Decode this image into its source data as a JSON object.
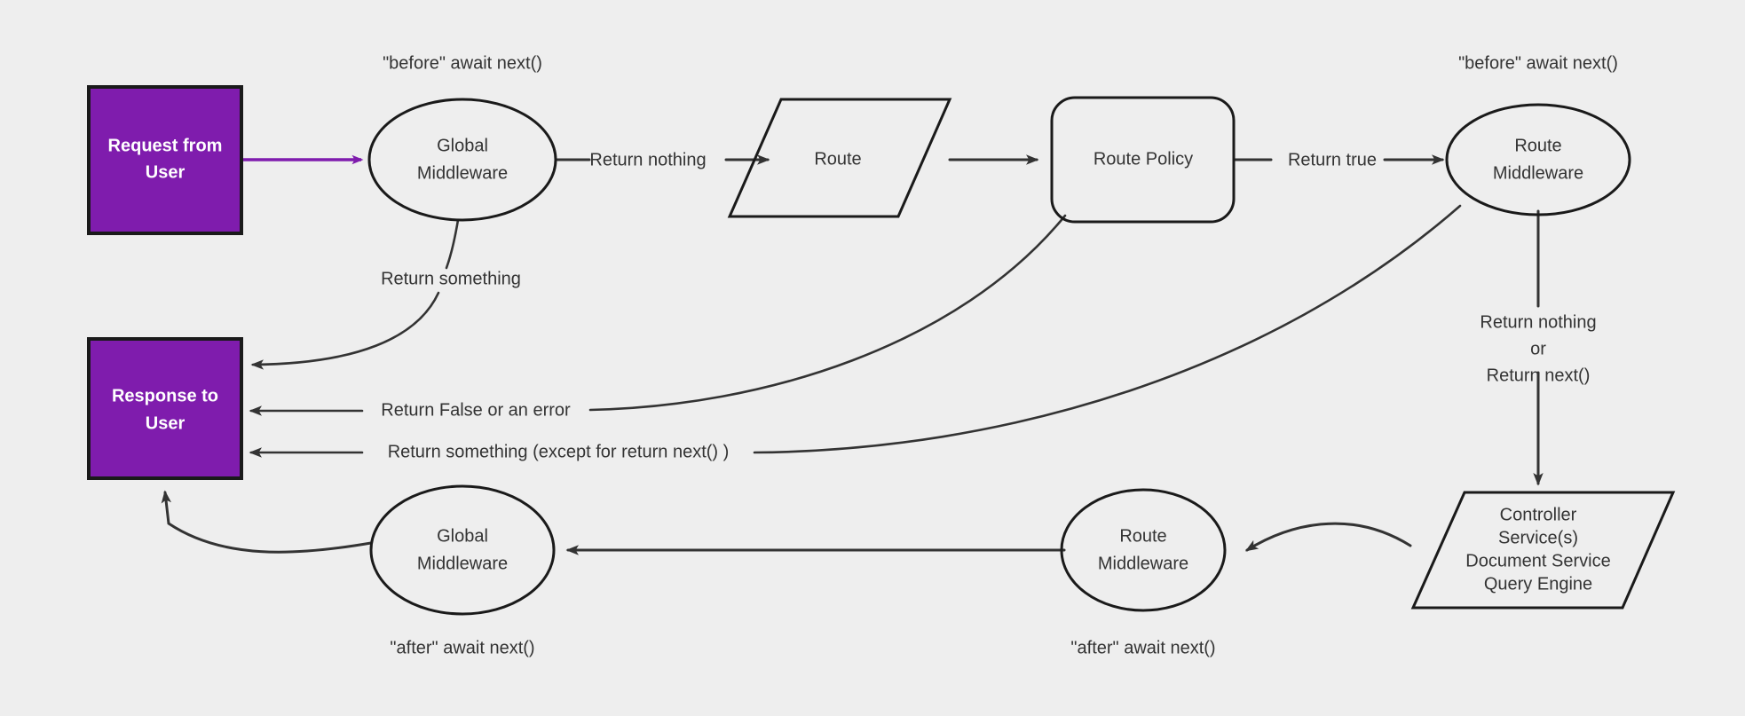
{
  "diagram": {
    "title": "Request lifecycle middleware flow",
    "background_color": "#eeeeee",
    "accent_color": "#7f1cad",
    "stroke_color": "#333333",
    "text_color": "#333333"
  },
  "nodes": {
    "request_from_user": {
      "label_line1": "Request from",
      "label_line2": "User",
      "shape": "rectangle"
    },
    "response_to_user": {
      "label_line1": "Response to",
      "label_line2": "User",
      "shape": "rectangle"
    },
    "global_middleware_before": {
      "label_line1": "Global",
      "label_line2": "Middleware",
      "shape": "ellipse"
    },
    "route": {
      "label_line1": "Route",
      "shape": "parallelogram"
    },
    "route_policy": {
      "label_line1": "Route Policy",
      "shape": "rounded-rectangle"
    },
    "route_middleware_before": {
      "label_line1": "Route",
      "label_line2": "Middleware",
      "shape": "ellipse"
    },
    "controller": {
      "label_line1": "Controller",
      "label_line2": "Service(s)",
      "label_line3": "Document Service",
      "label_line4": "Query Engine",
      "shape": "parallelogram"
    },
    "route_middleware_after": {
      "label_line1": "Route",
      "label_line2": "Middleware",
      "shape": "ellipse"
    },
    "global_middleware_after": {
      "label_line1": "Global",
      "label_line2": "Middleware",
      "shape": "ellipse"
    }
  },
  "annotations": {
    "before_global": "\"before\" await next()",
    "before_route_mw": "\"before\" await next()",
    "after_global": "\"after\" await next()",
    "after_route_mw": "\"after\" await next()"
  },
  "edges": {
    "request_to_global": "",
    "global_to_route": "Return nothing",
    "route_to_policy": "",
    "policy_to_route_mw": "Return true",
    "global_return_something": "Return something",
    "policy_return_false": "Return False or an error",
    "route_mw_return_something": "Return something (except for return next() )",
    "route_mw_down_line1": "Return nothing",
    "route_mw_down_line2": "or",
    "route_mw_down_line3": "Return next()",
    "controller_to_route_mw_after": "",
    "route_mw_after_to_global_after": "",
    "global_after_to_response": ""
  }
}
